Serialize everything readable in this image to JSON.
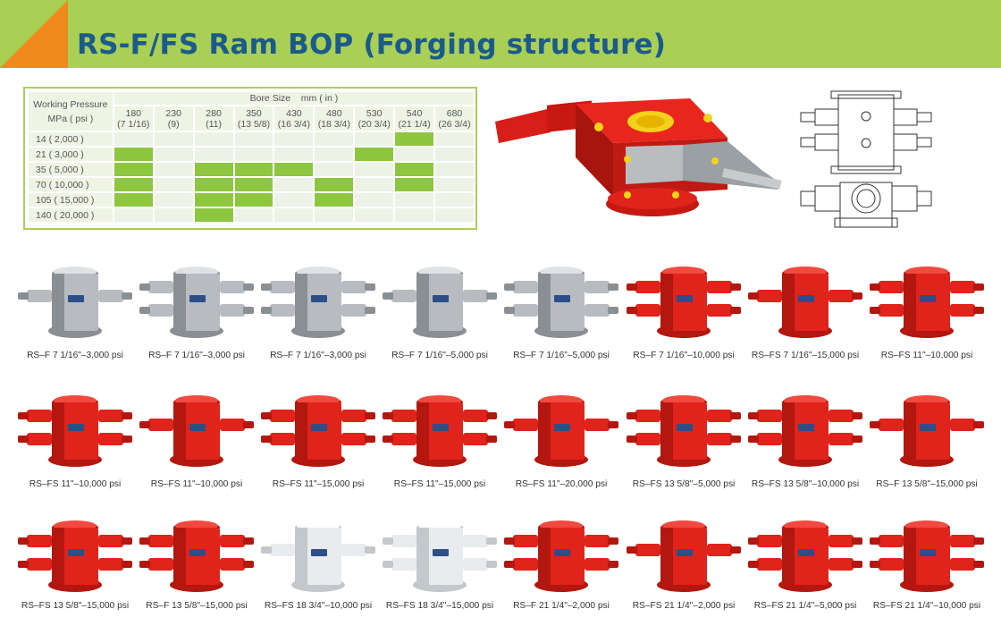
{
  "title": "RS-F/FS Ram BOP (Forging structure)",
  "table": {
    "wp_label_1": "Working Pressure",
    "wp_label_2": "MPa ( psi )",
    "bore_label": "Bore Size    mm ( in )",
    "columns": [
      {
        "mm": "180",
        "in": "(7 1/16)"
      },
      {
        "mm": "230",
        "in": "(9)"
      },
      {
        "mm": "280",
        "in": "(11)"
      },
      {
        "mm": "350",
        "in": "(13 5/8)"
      },
      {
        "mm": "430",
        "in": "(16 3/4)"
      },
      {
        "mm": "480",
        "in": "(18 3/4)"
      },
      {
        "mm": "530",
        "in": "(20 3/4)"
      },
      {
        "mm": "540",
        "in": "(21 1/4)"
      },
      {
        "mm": "680",
        "in": "(26 3/4)"
      }
    ],
    "rows": [
      {
        "label": "14 (  2,000 )",
        "marks": [
          0,
          0,
          0,
          0,
          0,
          0,
          0,
          1,
          0
        ]
      },
      {
        "label": "21 (  3,000 )",
        "marks": [
          1,
          0,
          0,
          0,
          0,
          0,
          1,
          0,
          0
        ]
      },
      {
        "label": "35 (  5,000 )",
        "marks": [
          1,
          0,
          1,
          1,
          1,
          0,
          0,
          1,
          0
        ]
      },
      {
        "label": "70 ( 10,000 )",
        "marks": [
          1,
          0,
          1,
          1,
          0,
          1,
          0,
          1,
          0
        ]
      },
      {
        "label": "105 ( 15,000 )",
        "marks": [
          1,
          0,
          1,
          1,
          0,
          1,
          0,
          0,
          0
        ]
      },
      {
        "label": "140 ( 20,000 )",
        "marks": [
          0,
          0,
          1,
          0,
          0,
          0,
          0,
          0,
          0
        ]
      }
    ]
  },
  "colors": {
    "header_green": "#a9cf54",
    "corner_orange": "#f08a1c",
    "title_blue": "#1b5a8c",
    "mark_green": "#8dc63f",
    "bop_red": "#e0231b",
    "bop_silver": "#b8bcc0",
    "bop_white": "#e9ecee"
  },
  "products": [
    {
      "caption": "RS–F 7 1/16\"–3,000 psi",
      "finish": "silver"
    },
    {
      "caption": "RS–F 7 1/16\"–3,000 psi",
      "finish": "silver"
    },
    {
      "caption": "RS–F 7 1/16\"–3,000 psi",
      "finish": "silver"
    },
    {
      "caption": "RS–F 7 1/16\"–5,000 psi",
      "finish": "silver"
    },
    {
      "caption": "RS–F 7 1/16\"–5,000 psi",
      "finish": "silver"
    },
    {
      "caption": "RS–F 7 1/16\"–10,000 psi",
      "finish": "red"
    },
    {
      "caption": "RS–FS 7 1/16\"–15,000 psi",
      "finish": "red"
    },
    {
      "caption": "RS–FS 11\"–10,000 psi",
      "finish": "red"
    },
    {
      "caption": "RS–FS 11\"–10,000 psi",
      "finish": "red"
    },
    {
      "caption": "RS–FS 11\"–10,000 psi",
      "finish": "red"
    },
    {
      "caption": "RS–FS 11\"–15,000 psi",
      "finish": "red"
    },
    {
      "caption": "RS–FS 11\"–15,000 psi",
      "finish": "red"
    },
    {
      "caption": "RS–FS 11\"–20,000 psi",
      "finish": "red"
    },
    {
      "caption": "RS–FS 13 5/8\"–5,000 psi",
      "finish": "red"
    },
    {
      "caption": "RS–FS 13 5/8\"–10,000 psi",
      "finish": "red"
    },
    {
      "caption": "RS–F 13 5/8\"–15,000 psi",
      "finish": "red"
    },
    {
      "caption": "RS–FS 13 5/8\"–15,000 psi",
      "finish": "red"
    },
    {
      "caption": "RS–F 13 5/8\"–15,000 psi",
      "finish": "red"
    },
    {
      "caption": "RS–FS 18 3/4\"–10,000 psi",
      "finish": "white"
    },
    {
      "caption": "RS–FS 18 3/4\"–15,000 psi",
      "finish": "white"
    },
    {
      "caption": "RS–F 21 1/4\"–2,000 psi",
      "finish": "red"
    },
    {
      "caption": "RS–FS 21 1/4\"–2,000 psi",
      "finish": "red"
    },
    {
      "caption": "RS–FS 21 1/4\"–5,000 psi",
      "finish": "red"
    },
    {
      "caption": "RS–FS 21 1/4\"–10,000 psi",
      "finish": "red"
    }
  ]
}
